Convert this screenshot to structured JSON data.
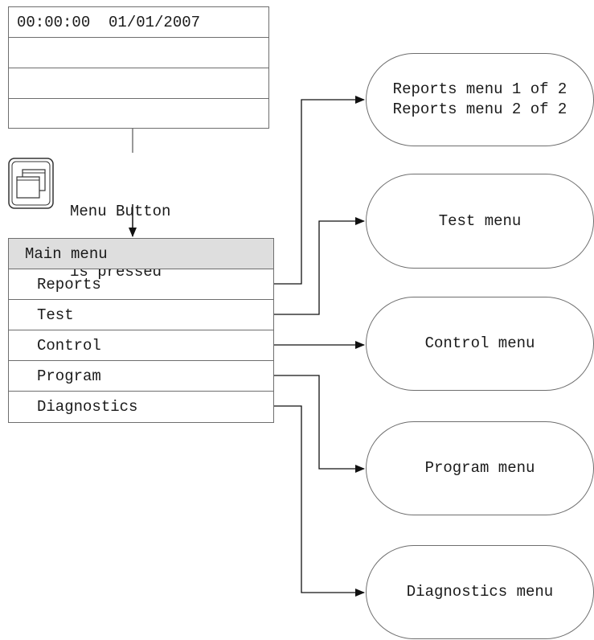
{
  "lcd": {
    "datetime": "00:00:00  01/01/2007",
    "rows": [
      "",
      "",
      ""
    ]
  },
  "menu_button": {
    "icon": "menu-button-icon",
    "caption_line1": "Menu Button",
    "caption_line2": "is pressed"
  },
  "main_menu": {
    "title": "Main menu",
    "items": [
      "Reports",
      "Test",
      "Control",
      "Program",
      "Diagnostics"
    ]
  },
  "submenus": {
    "reports_line1": "Reports menu 1 of 2",
    "reports_line2": "Reports menu 2 of 2",
    "test": "Test menu",
    "control": "Control menu",
    "program": "Program menu",
    "diagnostics": "Diagnostics menu"
  }
}
